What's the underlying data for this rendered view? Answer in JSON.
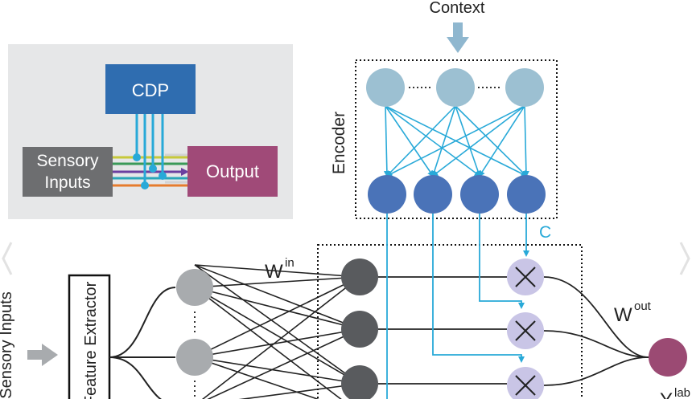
{
  "inset": {
    "cdp_label": "CDP",
    "sensory_line1": "Sensory",
    "sensory_line2": "Inputs",
    "output_label": "Output"
  },
  "encoder": {
    "context_label": "Context",
    "encoder_label": "Encoder",
    "c_label": "C"
  },
  "network": {
    "sensory_inputs_label": "Sensory Inputs",
    "feature_extractor_label": "Feature Extractor",
    "w_in_base": "W",
    "w_in_sup": "in",
    "w_out_base": "W",
    "w_out_sup": "out",
    "y_base": "Y",
    "y_sup": "lab"
  },
  "colors": {
    "inset_bg": "#e6e7e8",
    "cdp_box": "#2f6db0",
    "sensory_box": "#6d6e70",
    "output_box": "#a04a78",
    "context_arrow": "#8fb7cf",
    "encoder_top_node": "#9cc0d2",
    "encoder_bottom_node": "#4a73b8",
    "cyan_line": "#28a9d8",
    "gray_node": "#a8abae",
    "dark_node": "#595b5e",
    "mult_node": "#c9c5e6",
    "output_node": "#9b4a73"
  }
}
